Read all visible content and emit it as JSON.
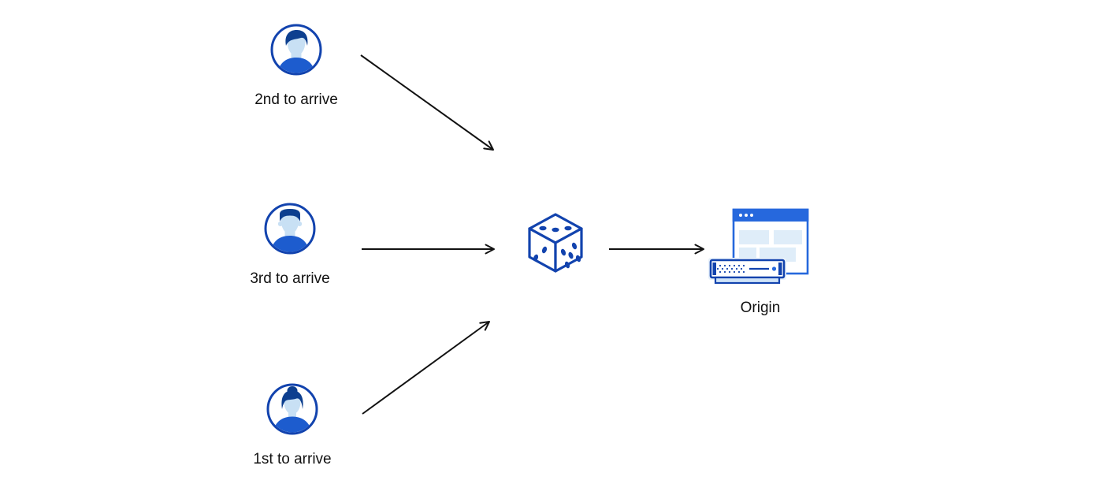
{
  "colors": {
    "bg": "#ffffff",
    "ink": "#121212",
    "arrow": "#121212",
    "blue-deep": "#1243ae",
    "blue-bright": "#2668dd",
    "blue-shirt": "#1d5cce",
    "blue-hair": "#0d3f8f",
    "blue-face": "#c8e0f4",
    "blue-fill-light": "#dfedf9",
    "blue-pale": "#cfe3f8",
    "blue-echo": "#e7f1fb"
  },
  "diagram": {
    "users": [
      {
        "label": "2nd to arrive",
        "icon": "man-swoop-hair-avatar-icon"
      },
      {
        "label": "3rd to arrive",
        "icon": "man-flat-top-avatar-icon"
      },
      {
        "label": "1st to arrive",
        "icon": "woman-bun-avatar-icon"
      }
    ],
    "randomizer": {
      "icon": "dice-icon"
    },
    "origin": {
      "label": "Origin",
      "icon": "origin-server-icon"
    },
    "edges": [
      {
        "from": "2nd to arrive",
        "to": "dice"
      },
      {
        "from": "3rd to arrive",
        "to": "dice"
      },
      {
        "from": "1st to arrive",
        "to": "dice"
      },
      {
        "from": "dice",
        "to": "Origin"
      }
    ]
  }
}
